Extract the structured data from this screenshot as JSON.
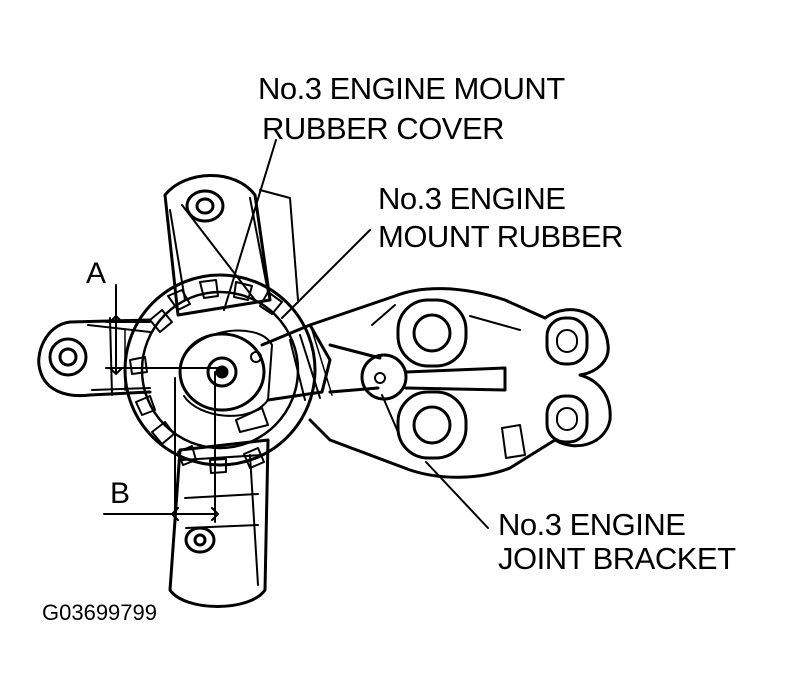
{
  "labels": {
    "rubber_cover": {
      "line1": "No.3 ENGINE MOUNT",
      "line2": "RUBBER COVER"
    },
    "mount_rubber": {
      "line1": "No.3 ENGINE",
      "line2": "MOUNT RUBBER"
    },
    "joint_bracket": {
      "line1": "No.3 ENGINE",
      "line2": "JOINT BRACKET"
    },
    "dim_a": "A",
    "dim_b": "B"
  },
  "figure_code": "G03699799",
  "colors": {
    "ink": "#000000",
    "paper": "#ffffff"
  }
}
